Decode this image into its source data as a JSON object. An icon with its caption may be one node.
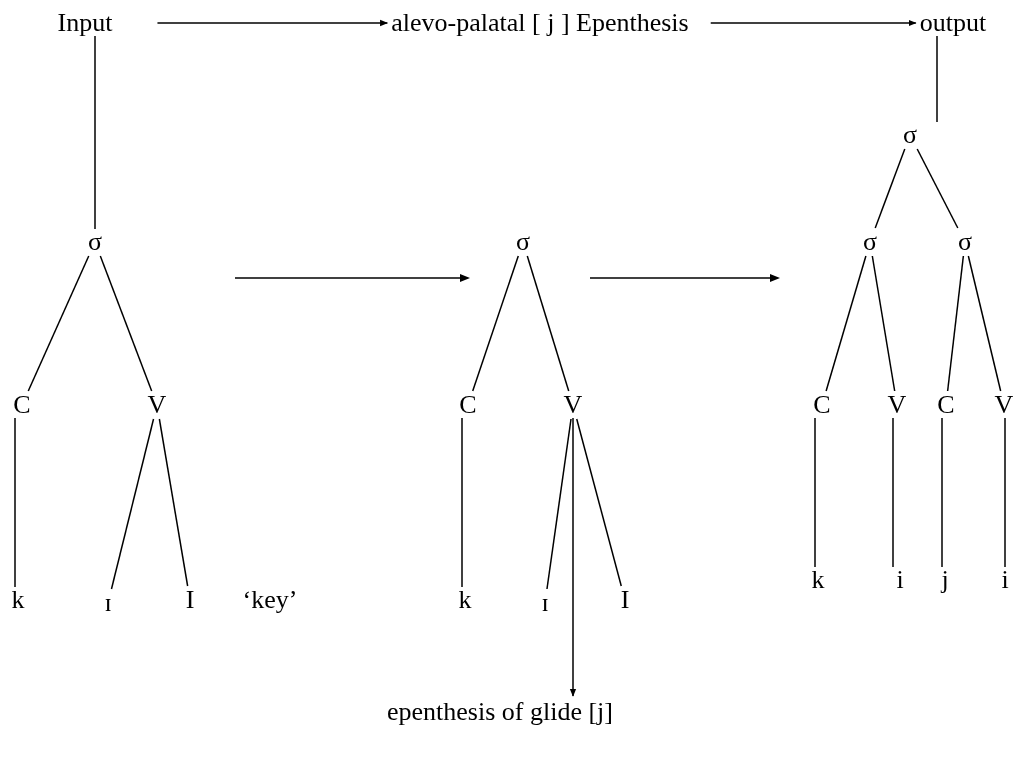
{
  "diagram": {
    "nodes": [
      {
        "text": [
          "Input"
        ]
      },
      {
        "text": [
          "alevo-palatal [ j ] Epenthesis"
        ]
      },
      {
        "text": [
          "output"
        ]
      },
      {
        "text": [
          "σ"
        ]
      },
      {
        "text": [
          "C"
        ]
      },
      {
        "text": [
          "V"
        ]
      },
      {
        "text": [
          "k"
        ]
      },
      {
        "text": [
          "ɪ"
        ]
      },
      {
        "text": [
          "I"
        ]
      },
      {
        "text": [
          "σ"
        ]
      },
      {
        "text": [
          "C"
        ]
      },
      {
        "text": [
          "V"
        ]
      },
      {
        "text": [
          "k"
        ]
      },
      {
        "text": [
          "ɪ"
        ]
      },
      {
        "text": [
          "I"
        ]
      },
      {
        "text": [
          "epenthesis of glide [j]"
        ]
      },
      {
        "text": [
          "σ"
        ]
      },
      {
        "text": [
          "σ"
        ]
      },
      {
        "text": [
          "σ"
        ]
      },
      {
        "text": [
          "C"
        ]
      },
      {
        "text": [
          "V"
        ]
      },
      {
        "text": [
          "C"
        ]
      },
      {
        "text": [
          "V"
        ]
      },
      {
        "text": [
          "k"
        ]
      },
      {
        "text": [
          "i"
        ]
      },
      {
        "text": [
          "j"
        ]
      },
      {
        "text": [
          "i"
        ]
      }
    ],
    "edges": [
      {
        "from": 0,
        "to": 1,
        "arrow": "to"
      },
      {
        "from": 1,
        "to": 2,
        "arrow": "to"
      },
      {
        "from": 0,
        "to": 3,
        "arrow": "none"
      },
      {
        "from": 3,
        "to": 4,
        "arrow": "none"
      },
      {
        "from": 3,
        "to": 5,
        "arrow": "none"
      },
      {
        "from": 4,
        "to": 6,
        "arrow": "none"
      },
      {
        "from": 5,
        "to": 7,
        "arrow": "none"
      },
      {
        "from": 5,
        "to": 8,
        "arrow": "none"
      },
      {
        "from": 9,
        "to": 10,
        "arrow": "none"
      },
      {
        "from": 9,
        "to": 11,
        "arrow": "none"
      },
      {
        "from": 10,
        "to": 12,
        "arrow": "none"
      },
      {
        "from": 11,
        "to": 13,
        "arrow": "none"
      },
      {
        "from": 11,
        "to": 14,
        "arrow": "none"
      },
      {
        "from": 11,
        "to": 15,
        "arrow": "to"
      },
      {
        "from": 2,
        "to": 16,
        "arrow": "none"
      },
      {
        "from": 16,
        "to": 17,
        "arrow": "none"
      },
      {
        "from": 16,
        "to": 18,
        "arrow": "none"
      },
      {
        "from": 17,
        "to": 19,
        "arrow": "none"
      },
      {
        "from": 17,
        "to": 20,
        "arrow": "none"
      },
      {
        "from": 18,
        "to": 21,
        "arrow": "none"
      },
      {
        "from": 18,
        "to": 22,
        "arrow": "none"
      },
      {
        "from": 19,
        "to": 23,
        "arrow": "none"
      },
      {
        "from": 20,
        "to": 24,
        "arrow": "none"
      },
      {
        "from": 21,
        "to": 25,
        "arrow": "none"
      },
      {
        "from": 22,
        "to": 26,
        "arrow": "none"
      }
    ],
    "labels": [
      "‘key’"
    ]
  }
}
